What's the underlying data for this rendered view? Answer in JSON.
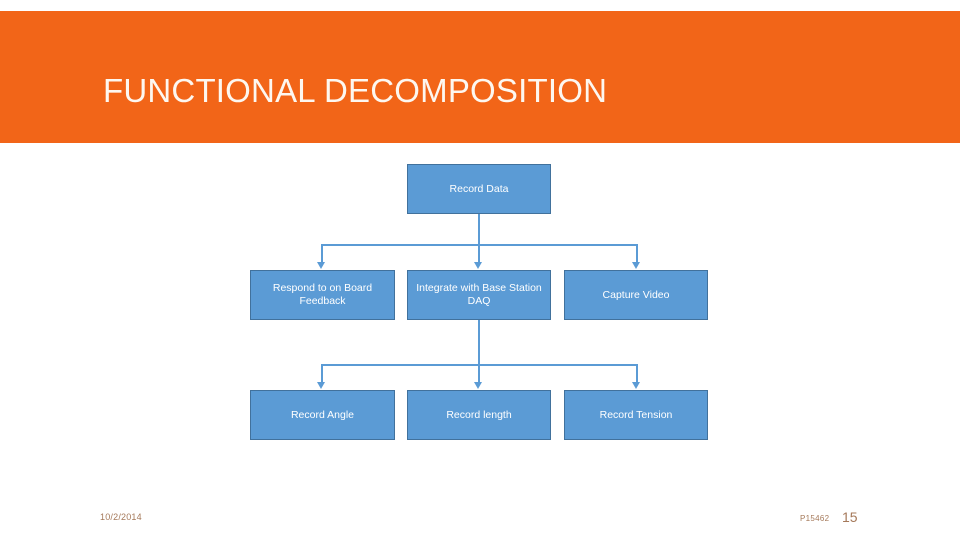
{
  "slide": {
    "title": "FUNCTIONAL DECOMPOSITION",
    "banner_color": "#F26518",
    "title_color": "#FDF7F0",
    "background_color": "#FFFFFF"
  },
  "diagram": {
    "type": "tree",
    "node_fill": "#5B9BD5",
    "node_border": "#41719C",
    "node_text_color": "#FFFFFF",
    "connector_color": "#5B9BD5",
    "root": {
      "label": "Record Data"
    },
    "level2": [
      {
        "label": "Respond to on Board Feedback"
      },
      {
        "label": "Integrate with Base Station DAQ"
      },
      {
        "label": "Capture Video"
      }
    ],
    "level3": [
      {
        "label": "Record Angle"
      },
      {
        "label": "Record length"
      },
      {
        "label": "Record Tension"
      }
    ]
  },
  "footer": {
    "date": "10/2/2014",
    "project_code": "P15462",
    "page_number": "15",
    "text_color": "#A5795A"
  }
}
